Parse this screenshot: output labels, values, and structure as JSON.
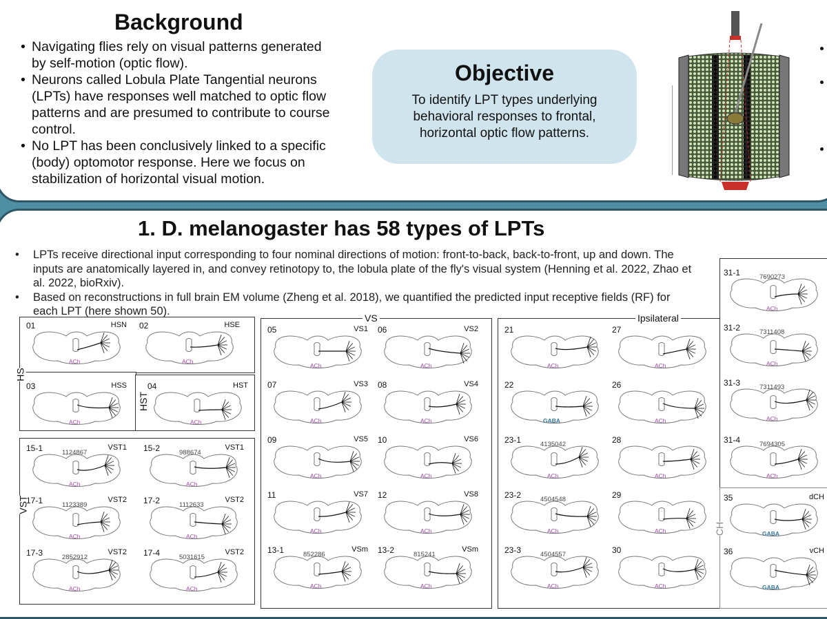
{
  "background": {
    "title": "Background",
    "bullets": [
      "Navigating flies rely on visual patterns generated by self-motion (optic flow).",
      "Neurons called Lobula Plate Tangential neurons (LPTs) have responses well matched to optic flow patterns and are presumed to contribute to course control.",
      "No LPT has been conclusively linked to a specific (body) optomotor response. Here we focus on stabilization of horizontal visual motion."
    ]
  },
  "objective": {
    "title": "Objective",
    "text": "To identify LPT types underlying behavioral responses to frontal, horizontal optic flow patterns."
  },
  "section1": {
    "title": "1.   D. melanogaster has 58 types of LPTs",
    "bullets": [
      "LPTs receive directional input corresponding to four nominal directions of motion: front-to-back, back-to-front, up and down. The inputs are anatomically layered in, and convey retinotopy to, the lobula plate of the fly's visual system (Henning et al. 2022, Zhao et al. 2022, bioRxiv).",
      "Based on reconstructions in full brain EM volume (Zheng et al. 2018), we quantified the predicted input receptive fields (RF) for each LPT (here shown 50)."
    ]
  },
  "groups": {
    "hs": "HS",
    "hst": "HST",
    "vst": "VST",
    "vs": "VS",
    "ipsilateral": "Ipsilateral",
    "ch": "CH"
  },
  "neurons": {
    "n01": {
      "num": "01",
      "type": "HSN",
      "nt": "ACh",
      "id": ""
    },
    "n02": {
      "num": "02",
      "type": "HSE",
      "nt": "ACh",
      "id": ""
    },
    "n03": {
      "num": "03",
      "type": "HSS",
      "nt": "ACh",
      "id": ""
    },
    "n04": {
      "num": "04",
      "type": "HST",
      "nt": "ACh",
      "id": ""
    },
    "n15_1": {
      "num": "15-1",
      "type": "VST1",
      "nt": "ACh",
      "id": "1124867"
    },
    "n15_2": {
      "num": "15-2",
      "type": "VST1",
      "nt": "ACh",
      "id": "988674"
    },
    "n17_1": {
      "num": "17-1",
      "type": "VST2",
      "nt": "ACh",
      "id": "1123389"
    },
    "n17_2": {
      "num": "17-2",
      "type": "VST2",
      "nt": "ACh",
      "id": "1112633"
    },
    "n17_3": {
      "num": "17-3",
      "type": "VST2",
      "nt": "ACh",
      "id": "2852912"
    },
    "n17_4": {
      "num": "17-4",
      "type": "VST2",
      "nt": "ACh",
      "id": "5031615"
    },
    "n05": {
      "num": "05",
      "type": "VS1",
      "nt": "ACh",
      "id": ""
    },
    "n06": {
      "num": "06",
      "type": "VS2",
      "nt": "ACh",
      "id": ""
    },
    "n07": {
      "num": "07",
      "type": "VS3",
      "nt": "ACh",
      "id": ""
    },
    "n08": {
      "num": "08",
      "type": "VS4",
      "nt": "ACh",
      "id": ""
    },
    "n09": {
      "num": "09",
      "type": "VS5",
      "nt": "ACh",
      "id": ""
    },
    "n10": {
      "num": "10",
      "type": "VS6",
      "nt": "ACh",
      "id": ""
    },
    "n11": {
      "num": "11",
      "type": "VS7",
      "nt": "ACh",
      "id": ""
    },
    "n12": {
      "num": "12",
      "type": "VS8",
      "nt": "ACh",
      "id": ""
    },
    "n13_1": {
      "num": "13-1",
      "type": "VSm",
      "nt": "ACh",
      "id": "852286"
    },
    "n13_2": {
      "num": "13-2",
      "type": "VSm",
      "nt": "ACh",
      "id": "815241"
    },
    "n21": {
      "num": "21",
      "type": "",
      "nt": "ACh",
      "id": ""
    },
    "n27": {
      "num": "27",
      "type": "",
      "nt": "ACh",
      "id": ""
    },
    "n22": {
      "num": "22",
      "type": "",
      "nt": "GABA",
      "id": ""
    },
    "n26": {
      "num": "26",
      "type": "",
      "nt": "ACh",
      "id": ""
    },
    "n23_1": {
      "num": "23-1",
      "type": "",
      "nt": "ACh",
      "id": "4135042"
    },
    "n28": {
      "num": "28",
      "type": "",
      "nt": "ACh",
      "id": ""
    },
    "n23_2": {
      "num": "23-2",
      "type": "",
      "nt": "ACh",
      "id": "4504548"
    },
    "n29": {
      "num": "29",
      "type": "",
      "nt": "ACh",
      "id": ""
    },
    "n23_3": {
      "num": "23-3",
      "type": "",
      "nt": "ACh",
      "id": "4504557"
    },
    "n30": {
      "num": "30",
      "type": "",
      "nt": "ACh",
      "id": ""
    },
    "n31_1": {
      "num": "31-1",
      "type": "",
      "nt": "ACh",
      "id": "7690273"
    },
    "n31_2": {
      "num": "31-2",
      "type": "",
      "nt": "ACh",
      "id": "7311408"
    },
    "n31_3": {
      "num": "31-3",
      "type": "",
      "nt": "ACh",
      "id": "7311493"
    },
    "n31_4": {
      "num": "31-4",
      "type": "",
      "nt": "ACh",
      "id": "7694305"
    },
    "n35": {
      "num": "35",
      "type": "dCH",
      "nt": "GABA",
      "id": ""
    },
    "n36": {
      "num": "36",
      "type": "vCH",
      "nt": "GABA",
      "id": ""
    }
  },
  "colors": {
    "frame": "#4f8fa3",
    "objective_box": "#cfe4ec",
    "ach_label": "#a14ba5",
    "gaba_label": "#36759a",
    "arena_red": "#c8302a"
  }
}
